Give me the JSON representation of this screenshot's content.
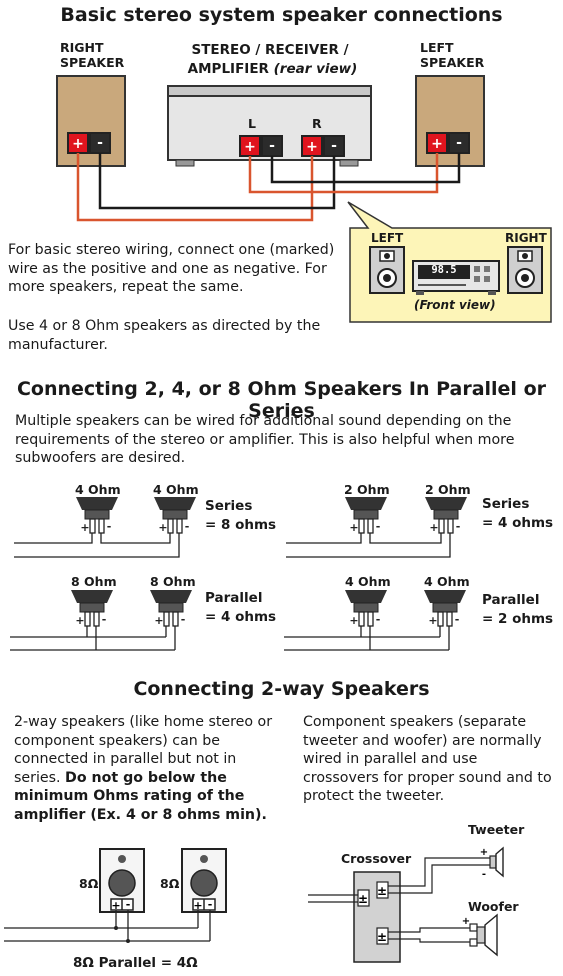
{
  "header": {
    "title": "Basic stereo system speaker connections",
    "right_speaker": "RIGHT\nSPEAKER",
    "left_speaker": "LEFT\nSPEAKER",
    "receiver_title_1": "STEREO / RECEIVER /",
    "receiver_title_2": "AMPLIFIER",
    "receiver_title_rear": "(rear view)",
    "term_L": "L",
    "term_R": "R"
  },
  "front_view": {
    "left": "LEFT",
    "right": "RIGHT",
    "display": "98.5",
    "caption": "(Front view)"
  },
  "intro": {
    "p1": "For basic stereo wiring, connect one (marked) wire as the positive and one as negative. For more speakers, repeat the same.",
    "p2": "Use 4 or 8 Ohm speakers as directed by the manufacturer."
  },
  "section2": {
    "title": "Connecting 2, 4, or 8 Ohm Speakers In Parallel or Series",
    "text": "Multiple speakers can be wired for additional sound depending on the requirements of the stereo or amplifier. This is also helpful when more subwoofers are desired.",
    "diagrams": [
      {
        "ohm_a": "4 Ohm",
        "ohm_b": "4 Ohm",
        "mode": "Series",
        "result": "= 8 ohms"
      },
      {
        "ohm_a": "2 Ohm",
        "ohm_b": "2 Ohm",
        "mode": "Series",
        "result": "= 4 ohms"
      },
      {
        "ohm_a": "8 Ohm",
        "ohm_b": "8 Ohm",
        "mode": "Parallel",
        "result": "= 4 ohms"
      },
      {
        "ohm_a": "4 Ohm",
        "ohm_b": "4 Ohm",
        "mode": "Parallel",
        "result": "= 2 ohms"
      }
    ]
  },
  "section3": {
    "title": "Connecting 2-way Speakers",
    "left_text_plain": "2-way speakers (like home stereo or component speakers) can be connected in parallel but not in series. ",
    "left_text_bold": "Do not go below the minimum Ohms rating of the amplifier (Ex. 4 or 8 ohms min).",
    "right_text": "Component speakers (separate tweeter and woofer) are normally wired in parallel and use crossovers for proper sound and to protect the tweeter.",
    "spk_ohm": "8Ω",
    "parallel_caption": "8Ω Parallel = 4Ω",
    "crossover": "Crossover",
    "tweeter": "Tweeter",
    "woofer": "Woofer"
  },
  "colors": {
    "speaker_brown": "#c9a87c",
    "red_wire": "#d9552e",
    "terminal_red": "#e0141e",
    "callout_yellow": "#fdf5b8"
  }
}
